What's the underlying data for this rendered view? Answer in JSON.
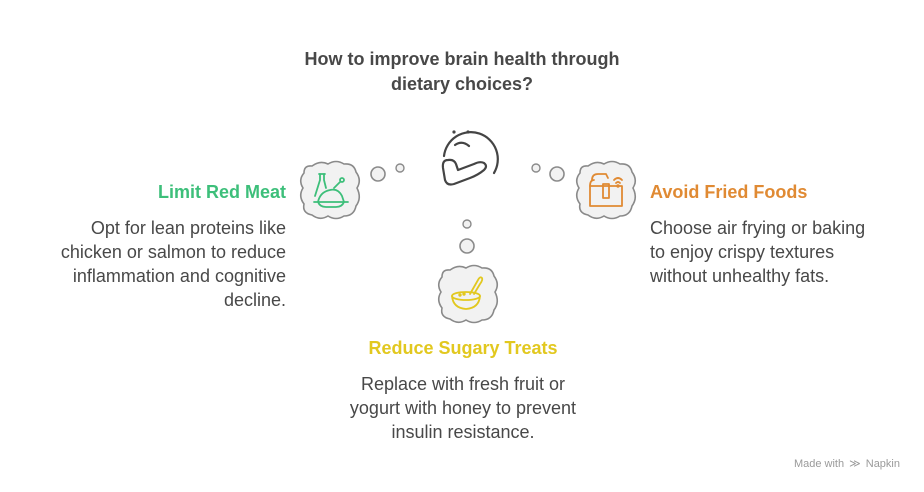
{
  "title": "How to improve brain health through dietary choices?",
  "title_lines": [
    "How to improve brain health through",
    "dietary choices?"
  ],
  "center_icon": "thinking-face-icon",
  "branches": [
    {
      "id": "left",
      "heading": "Limit Red Meat",
      "description_lines": [
        "Opt for lean proteins like",
        "chicken or salmon to reduce",
        "inflammation and cognitive",
        "decline."
      ],
      "icon": "roast-chicken-icon",
      "color": "#3dbf7a"
    },
    {
      "id": "right",
      "heading": "Avoid Fried Foods",
      "description_lines": [
        "Choose air frying or baking",
        "to enjoy crispy textures",
        "without unhealthy fats."
      ],
      "icon": "air-fryer-icon",
      "color": "#e08a33"
    },
    {
      "id": "bottom",
      "heading": "Reduce Sugary Treats",
      "description_lines": [
        "Replace with fresh fruit or",
        "yogurt with honey to prevent",
        "insulin resistance."
      ],
      "icon": "yogurt-bowl-icon",
      "color": "#e2c81f"
    }
  ],
  "footer": {
    "made_with": "Made with",
    "brand": "Napkin"
  },
  "colors": {
    "text": "#484848",
    "cloud_fill": "#f2f2f2",
    "cloud_stroke": "#8a8a8a"
  }
}
